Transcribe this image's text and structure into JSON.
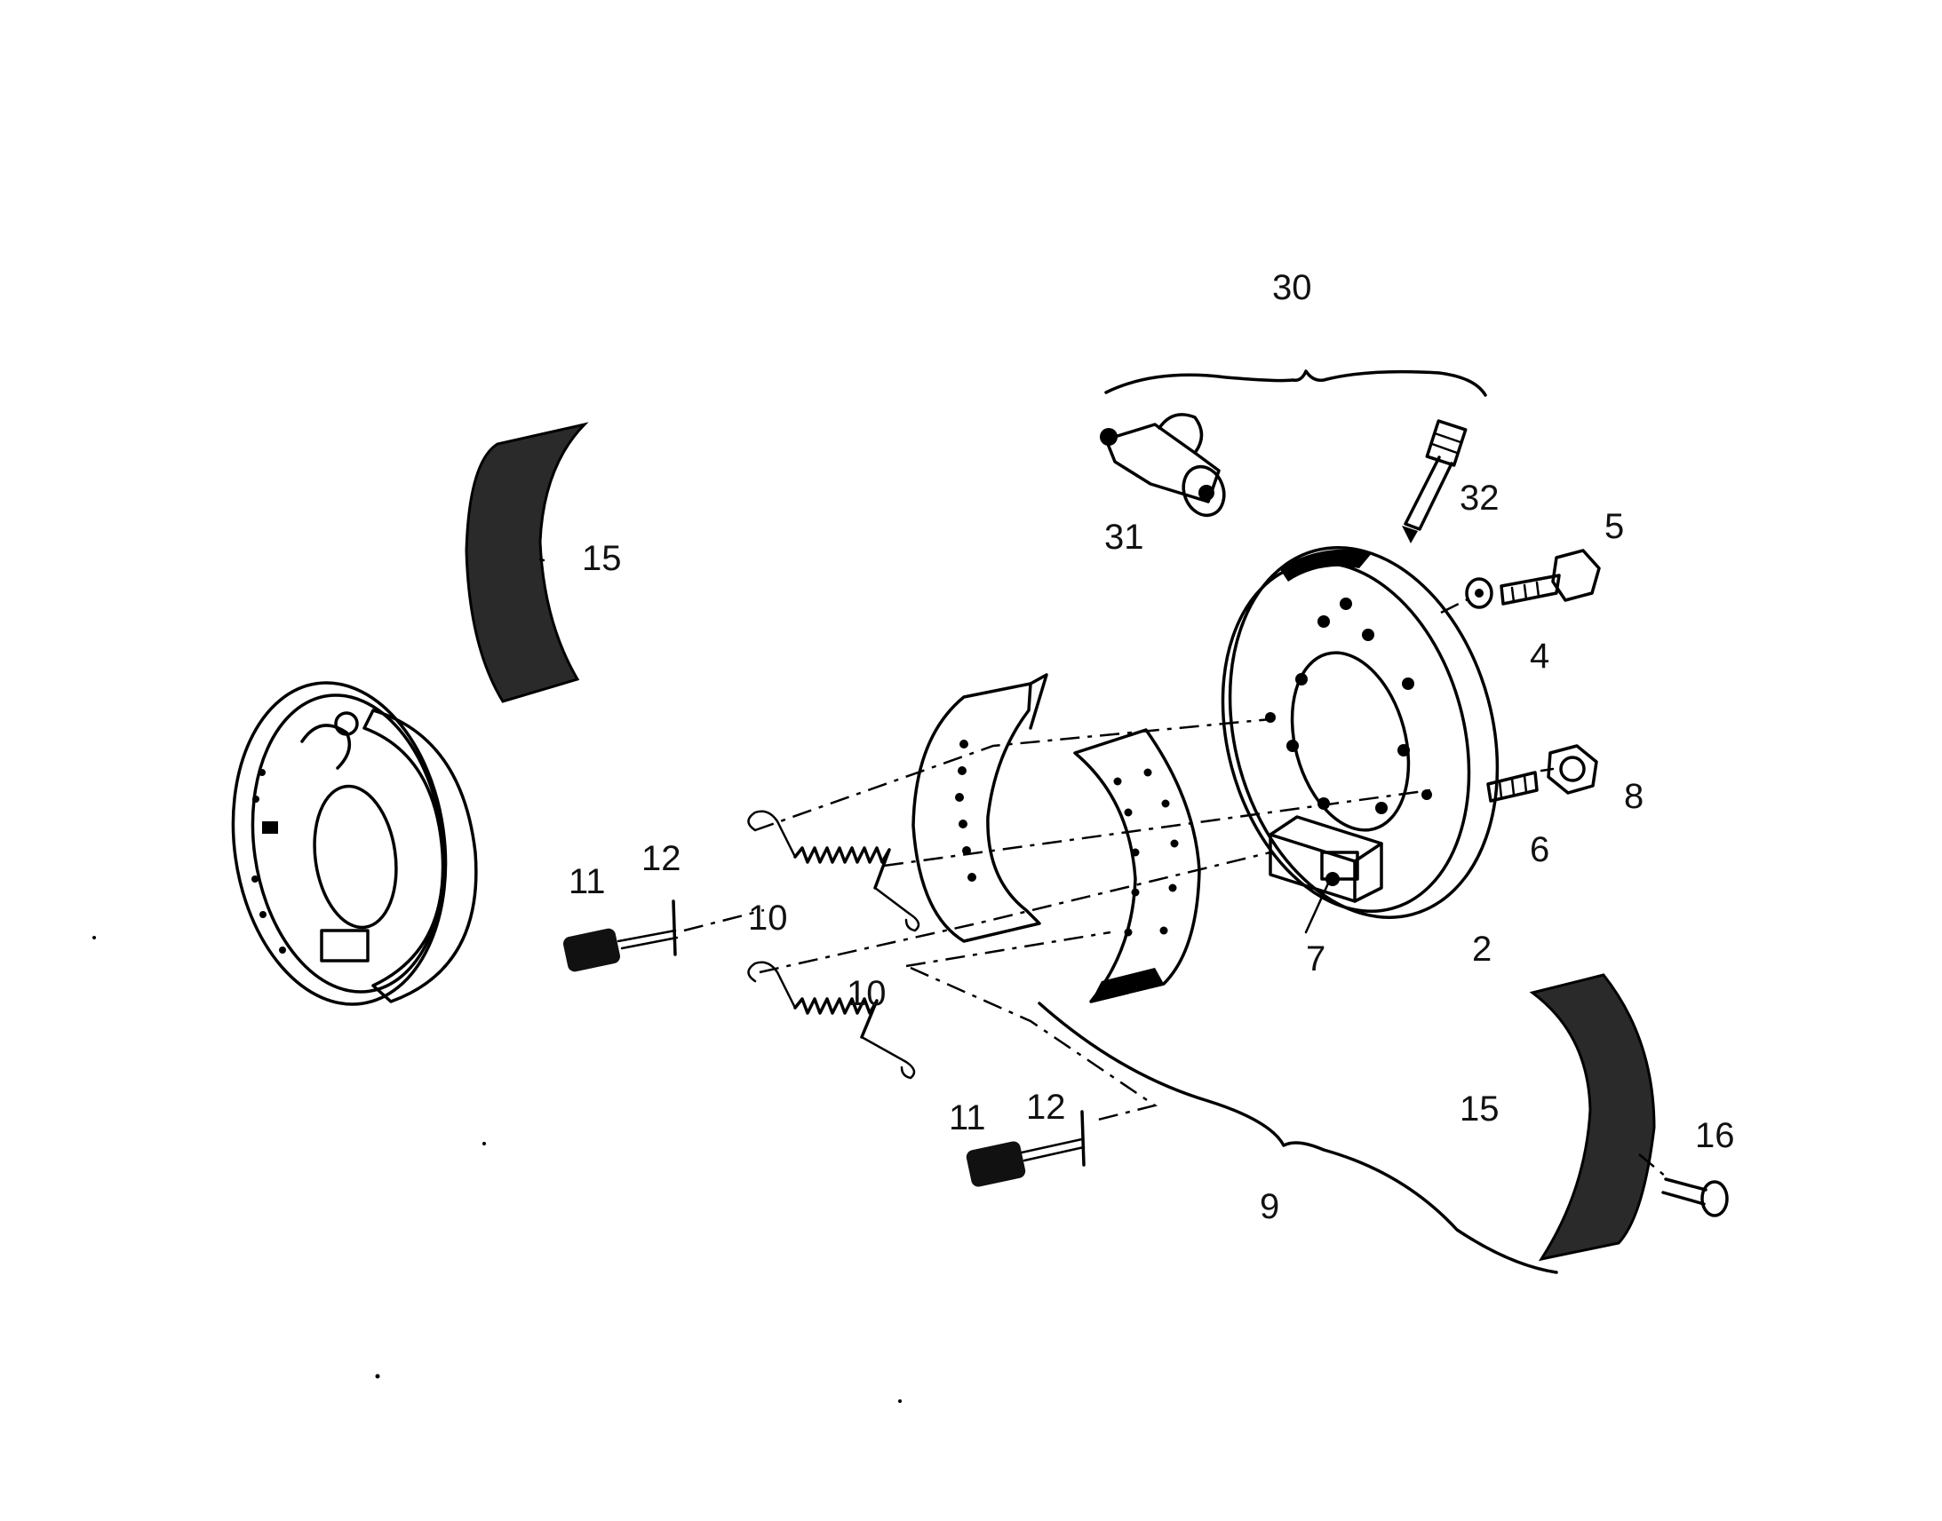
{
  "callouts": {
    "c30": "30",
    "c31": "31",
    "c32": "32",
    "c5": "5",
    "c4": "4",
    "c8": "8",
    "c6": "6",
    "c7": "7",
    "c2": "2",
    "c15a": "15",
    "c15b": "15",
    "c16": "16",
    "c9": "9",
    "c11a": "11",
    "c12a": "12",
    "c10a": "10",
    "c10b": "10",
    "c11b": "11",
    "c12b": "12"
  }
}
